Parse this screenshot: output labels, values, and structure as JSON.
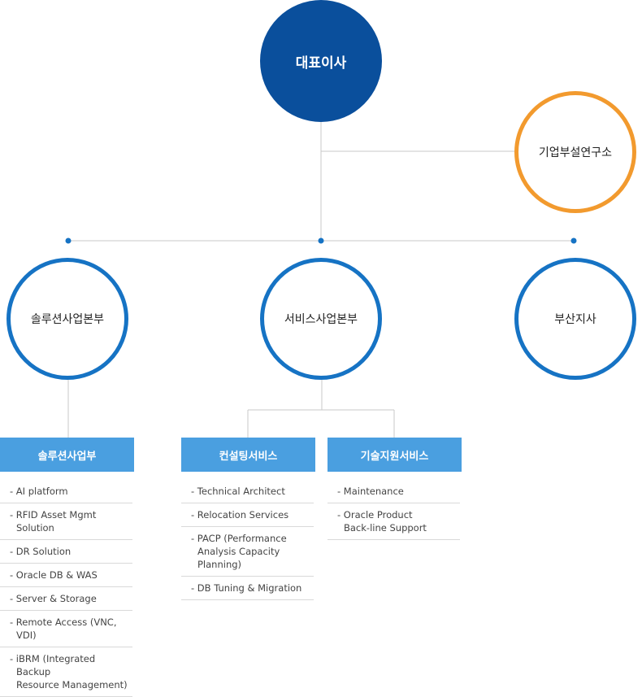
{
  "ceo": {
    "label": "대표이사"
  },
  "lab": {
    "label": "기업부설연구소"
  },
  "divisions": [
    {
      "label": "솔루션사업본부"
    },
    {
      "label": "서비스사업본부"
    },
    {
      "label": "부산지사"
    }
  ],
  "teams": [
    {
      "label": "솔루션사업부",
      "items": [
        "AI platform",
        "RFID Asset Mgmt Solution",
        "DR Solution",
        "Oracle DB & WAS",
        "Server & Storage",
        "Remote Access (VNC, VDI)",
        "iBRM (Integrated Backup\nResource Management)"
      ]
    },
    {
      "label": "컨설팅서비스",
      "items": [
        "Technical Architect",
        "Relocation Services",
        "PACP (Performance\nAnalysis Capacity Planning)",
        "DB Tuning & Migration"
      ]
    },
    {
      "label": "기술지원서비스",
      "items": [
        "Maintenance",
        "Oracle Product\nBack-line Support"
      ]
    }
  ],
  "colors": {
    "ceo": "#0a4f9c",
    "lab": "#f29a2e",
    "division": "#1673c4",
    "team": "#4a9fe0"
  }
}
